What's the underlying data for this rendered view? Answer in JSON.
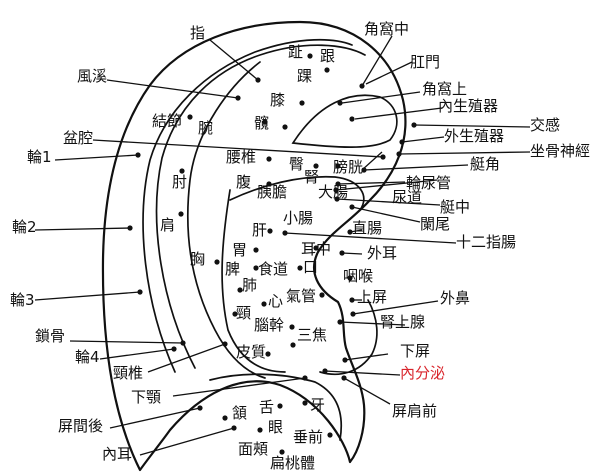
{
  "colors": {
    "ink": "#111111",
    "highlight": "#d9252c",
    "background": "#ffffff"
  },
  "labels": {
    "zhi": "指",
    "fengxi": "風溪",
    "zhi_toe": "趾",
    "gen": "跟",
    "huai": "踝",
    "xi": "膝",
    "kuan": "髖",
    "jiewo_zhong": "角窩中",
    "ganmen": "肛門",
    "jiewo_shang": "角窩上",
    "nei_shengzhiqi": "內生殖器",
    "jiaogan": "交感",
    "wai_shengzhiqi": "外生殖器",
    "zuogu_shenjing": "坐骨神經",
    "jiejie": "結節",
    "wan": "腕",
    "penqiang": "盆腔",
    "lun1": "輪1",
    "yaozhui": "腰椎",
    "tun": "臀",
    "shen": "腎",
    "pangguang": "膀胱",
    "tingjiao": "艇角",
    "zhou": "肘",
    "fu": "腹",
    "yidan": "胰膽",
    "dachang": "大腸",
    "niaodao": "尿道",
    "lun_niaoguan": "輪尿管",
    "lun2": "輪2",
    "jian": "肩",
    "xiaochang": "小腸",
    "tingzhong": "艇中",
    "lanwei": "闌尾",
    "gan": "肝",
    "zhichang": "直腸",
    "shierzhichang": "十二指腸",
    "wei": "胃",
    "erzhong": "耳中",
    "waier": "外耳",
    "xiong": "胸",
    "pi": "脾",
    "shidao": "食道",
    "kou": "口",
    "yanhou": "咽喉",
    "lun3": "輪3",
    "fei": "肺",
    "qiguan": "氣管",
    "shangping": "上屏",
    "waibi": "外鼻",
    "xin": "心",
    "suogu": "鎖骨",
    "jing_neck": "頸",
    "shenshangxian": "腎上腺",
    "naogan": "腦幹",
    "lun4": "輪4",
    "sanjiao": "三焦",
    "jingzhui": "頸椎",
    "pizhi": "皮質",
    "xiaping": "下屏",
    "xia_e": "下顎",
    "neifenmi": "內分泌",
    "pingjianhou": "屏間後",
    "shu": "舌",
    "ya": "牙",
    "pingjianqian": "屏肩前",
    "han": "頷",
    "yan": "眼",
    "chuiqian": "垂前",
    "mianjia": "面頰",
    "neier": "內耳",
    "biantaoti": "扁桃體"
  }
}
